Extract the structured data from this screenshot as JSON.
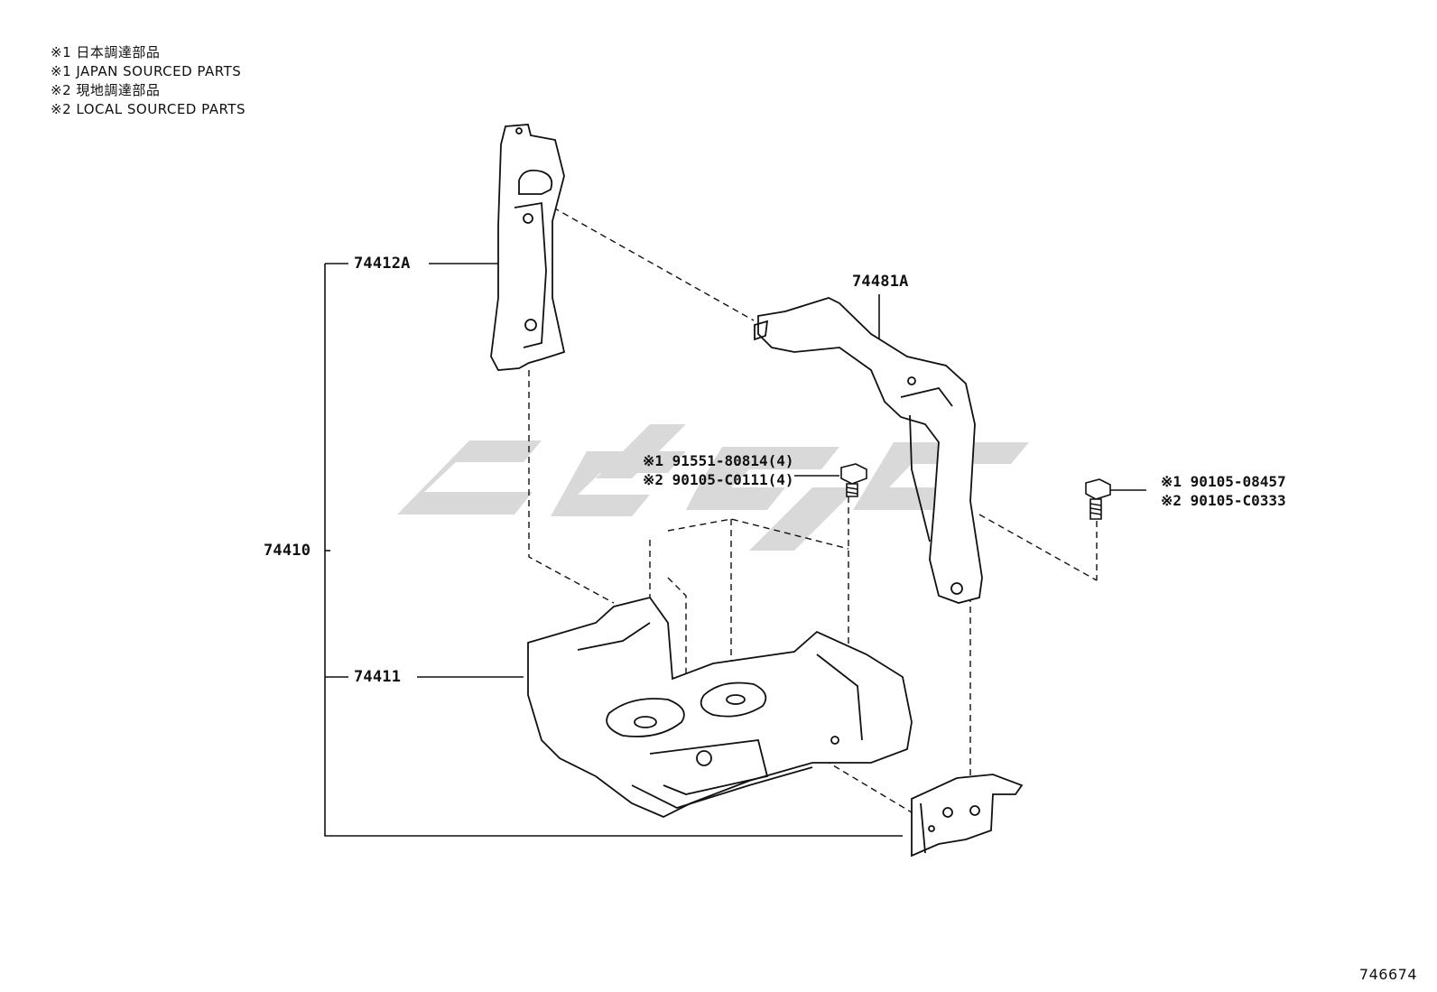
{
  "legend": {
    "line1": "※1 日本調達部品",
    "line2": "※1 JAPAN SOURCED PARTS",
    "line3": "※2 現地調達部品",
    "line4": "※2 LOCAL SOURCED PARTS"
  },
  "parts": {
    "bracket_left": "74412A",
    "clamp": "74481A",
    "assembly": "74410",
    "tray": "74411"
  },
  "fasteners": {
    "bolt_center": {
      "line1": "※1 91551-80814(4)",
      "line2": "※2 90105-C0111(4)"
    },
    "bolt_right": {
      "line1": "※1 90105-08457",
      "line2": "※2 90105-C0333"
    }
  },
  "watermark": {
    "color": "#d9d9d9"
  },
  "document_number": "746674"
}
